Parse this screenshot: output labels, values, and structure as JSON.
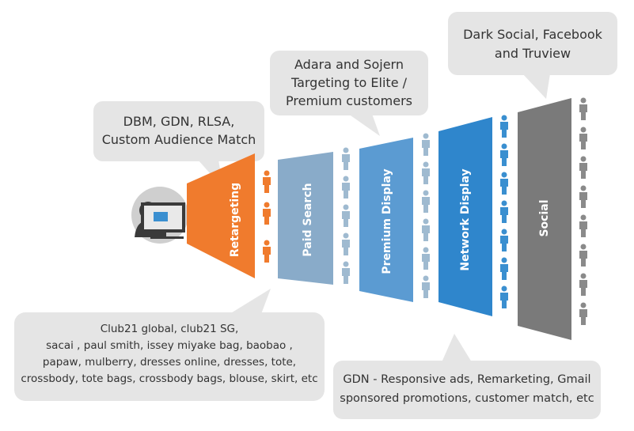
{
  "callouts": {
    "retargeting": "DBM, GDN, RLSA,\nCustom Audience Match",
    "premium_display": "Adara and Sojern\nTargeting to Elite /\nPremium customers",
    "social": "Dark Social, Facebook\nand Truview",
    "paid_search": "Club21 global, club21 SG,\nsacai , paul smith, issey miyake bag, baobao ,\npapaw, mulberry, dresses online, dresses, tote,\ncrossbody, tote bags, crossbody bags, blouse, skirt, etc",
    "network_display": "GDN - Responsive ads, Remarketing, Gmail\nsponsored promotions, customer match, etc"
  },
  "segments": [
    {
      "label": "Retargeting",
      "color": "#f07b2d"
    },
    {
      "label": "Paid Search",
      "color": "#89abc9"
    },
    {
      "label": "Premium Display",
      "color": "#5b9bd2"
    },
    {
      "label": "Network Display",
      "color": "#2f86cc"
    },
    {
      "label": "Social",
      "color": "#7a7a7a"
    }
  ],
  "colors": {
    "bubble": "#e5e5e5",
    "person_orange": "#f07b2d",
    "person_lightblue": "#9fbad0",
    "person_blue": "#3a8fd0",
    "person_gray": "#8a8a8a",
    "avatar_bg": "#cfcfcf",
    "avatar_figure": "#3a3a3a"
  },
  "icons": [
    "user-at-computer-icon",
    "person-icon"
  ]
}
